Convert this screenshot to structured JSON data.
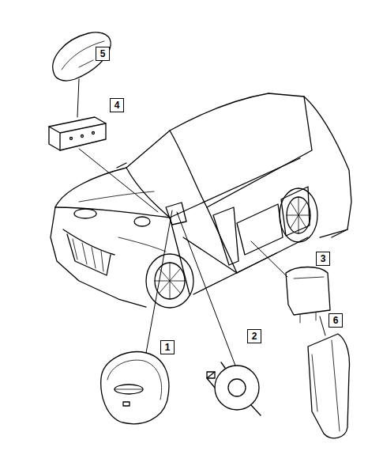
{
  "diagram": {
    "labels": [
      "5",
      "4",
      "3",
      "1",
      "2",
      "6"
    ]
  }
}
